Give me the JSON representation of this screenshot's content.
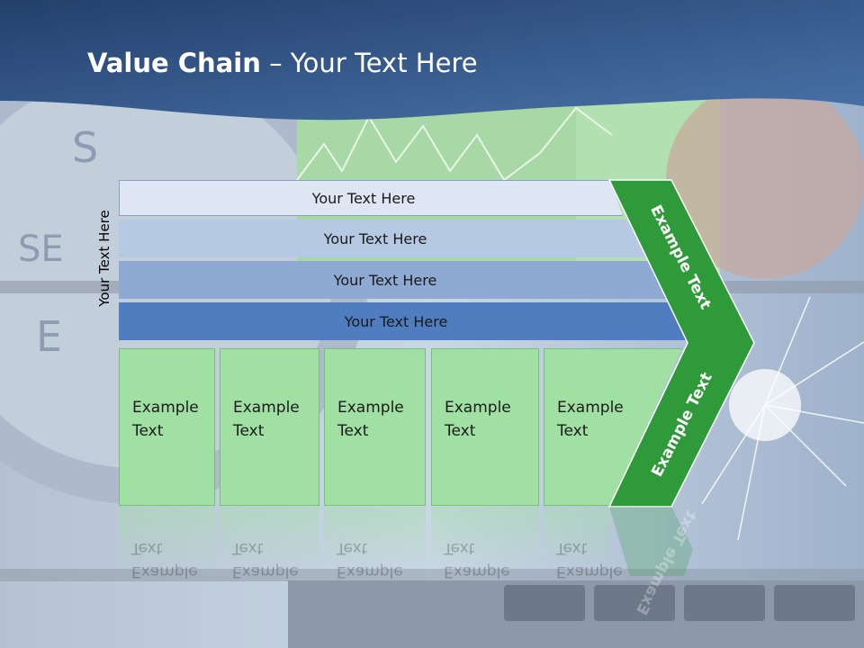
{
  "title": {
    "bold": "Value Chain",
    "rest": " – Your Text Here"
  },
  "side_label": "Your Text Here",
  "bands": [
    "Your Text Here",
    "Your Text Here",
    "Your Text Here",
    "Your Text Here"
  ],
  "boxes": [
    {
      "line1": "Example",
      "line2": "Text"
    },
    {
      "line1": "Example",
      "line2": "Text"
    },
    {
      "line1": "Example",
      "line2": "Text"
    },
    {
      "line1": "Example",
      "line2": "Text"
    },
    {
      "line1": "Example",
      "line2": "Text"
    }
  ],
  "chevron": {
    "top": "Example Text",
    "bottom": "Example Text"
  },
  "colors": {
    "header": "#2f5485",
    "chevron": "#2e9a3a",
    "box": "#a1e0a3",
    "band_dark": "#4f7dbf"
  }
}
